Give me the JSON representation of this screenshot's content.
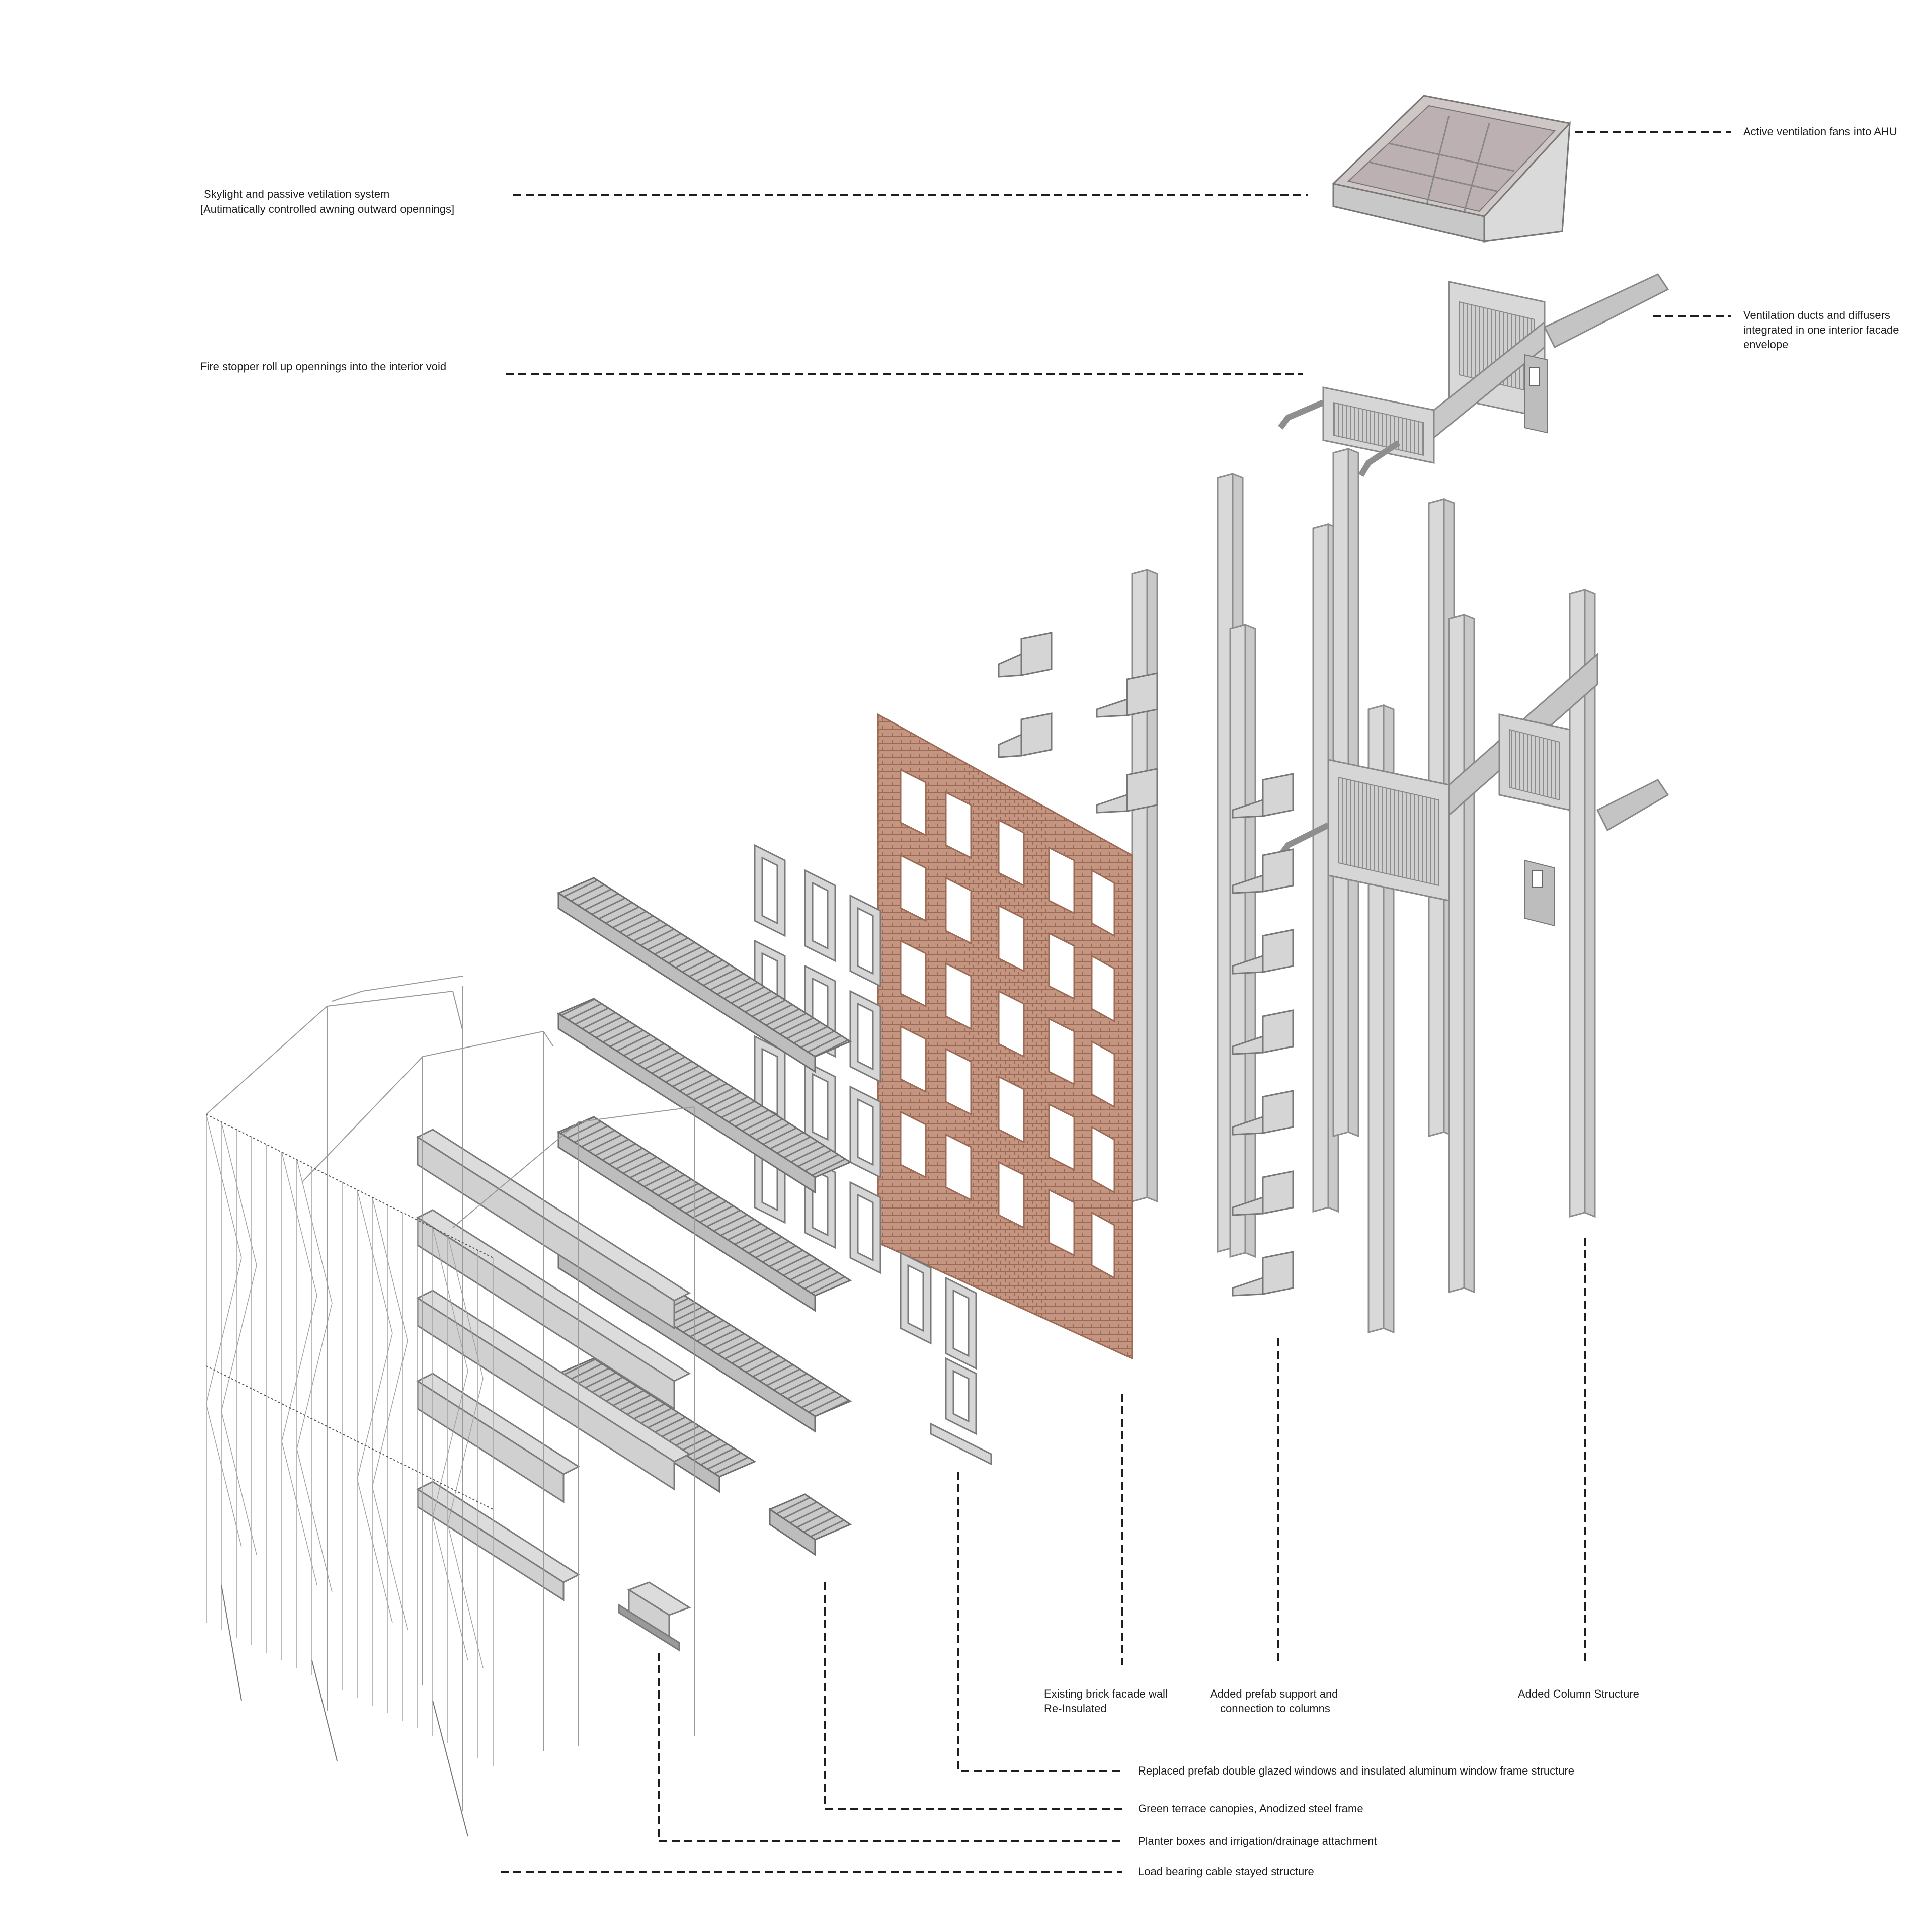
{
  "labels": {
    "skylight": "Skylight and passive vetilation system",
    "skylight_sub": "[Autimatically controlled awning outward opennings]",
    "active_ventilation": "Active ventilation fans into AHU",
    "fire_stopper": "Fire stopper roll up opennings into the interior void",
    "ducts_line1": "Ventilation ducts and diffusers",
    "ducts_line2": "integrated in one interior facade",
    "ducts_line3": "envelope",
    "brick_line1": "Existing brick facade wall",
    "brick_line2": "Re-Insulated",
    "support_line1": "Added prefab support and",
    "support_line2": "connection to columns",
    "column": "Added Column Structure",
    "windows": "Replaced prefab double glazed windows and insulated aluminum window frame structure",
    "canopies": "Green terrace canopies, Anodized steel frame",
    "planters": "Planter boxes and irrigation/drainage attachment",
    "cables": "Load bearing cable stayed structure"
  },
  "colors": {
    "ink": "#1e1e1e",
    "component_fill": "#d4d4d4",
    "component_stroke": "#8a8a8a",
    "brick": "#b98a72",
    "brick_dark": "#9c6a55",
    "cable": "#9a9a9a"
  }
}
